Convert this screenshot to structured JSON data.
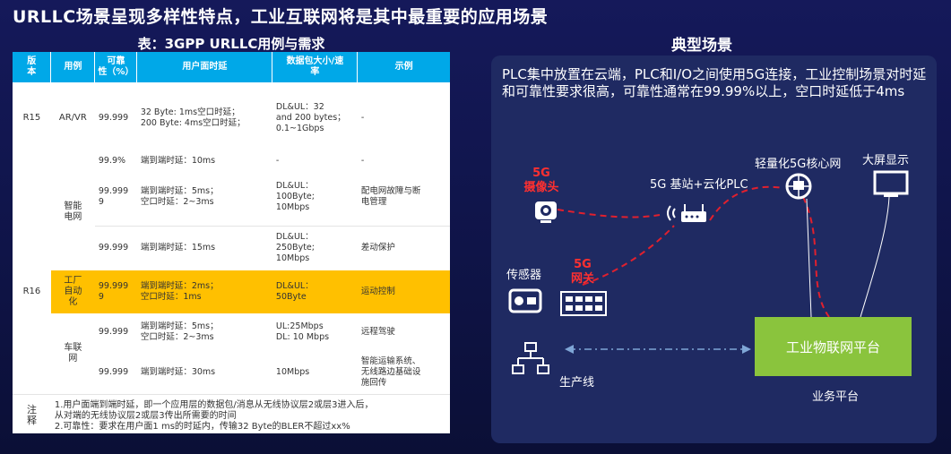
{
  "slide": {
    "title": "URLLC场景呈现多样性特点，工业互联网将是其中最重要的应用场景"
  },
  "table": {
    "title": "表：3GPP URLLC用例与需求",
    "headers": [
      "版本",
      "用例",
      "可靠性（%）",
      "用户面时延",
      "数据包大小/速率",
      "示例"
    ],
    "header_lines": {
      "version": [
        "版",
        "本"
      ],
      "reliability": [
        "可靠",
        "性（%）"
      ],
      "packet": [
        "数据包大小/速",
        "率"
      ]
    },
    "rows": {
      "r15_version": "R15",
      "r15_case": "AR/VR",
      "r15_rel": "99.999",
      "r15_latency_1": "32 Byte: 1ms空口时延；",
      "r15_latency_2": "200 Byte: 4ms空口时延；",
      "r15_packet_1": "DL&UL：32",
      "r15_packet_2": "and 200 bytes；",
      "r15_packet_3": "0.1~1Gbps",
      "r15_example": "-",
      "grid_rel_1": "99.9%",
      "grid_latency_1": "端到端时延：10ms",
      "grid_packet_1": "-",
      "grid_example_1": "-",
      "grid_case_1": "智能",
      "grid_case_2": "电网",
      "grid_rel_2a": "99.999",
      "grid_rel_2b": "9",
      "grid_latency_2a": "端到端时延：5ms；",
      "grid_latency_2b": "空口时延：2~3ms",
      "grid_packet_2a": "DL&UL：",
      "grid_packet_2b": "100Byte;",
      "grid_packet_2c": "10Mbps",
      "grid_example_2a": "配电网故障与断",
      "grid_example_2b": "电管理",
      "grid_rel_3": "99.999",
      "grid_latency_3": "端到端时延：15ms",
      "grid_packet_3a": "DL&UL：",
      "grid_packet_3b": "250Byte;",
      "grid_packet_3c": "10Mbps",
      "grid_example_3": "差动保护",
      "r16_version": "R16",
      "factory_case_1": "工厂",
      "factory_case_2": "自动",
      "factory_case_3": "化",
      "factory_rel_a": "99.999",
      "factory_rel_b": "9",
      "factory_latency_a": "端到端时延：2ms；",
      "factory_latency_b": "空口时延：1ms",
      "factory_packet_a": "DL&UL：",
      "factory_packet_b": "50Byte",
      "factory_example": "运动控制",
      "v2x_case_1": "车联",
      "v2x_case_2": "网",
      "v2x_rel_1": "99.999",
      "v2x_latency_1a": "端到端时延：5ms；",
      "v2x_latency_1b": "空口时延：2~3ms",
      "v2x_packet_1a": "UL:25Mbps",
      "v2x_packet_1b": "DL: 10 Mbps",
      "v2x_example_1": "远程驾驶",
      "v2x_rel_2": "99.999",
      "v2x_latency_2": "端到端时延：30ms",
      "v2x_packet_2": "10Mbps",
      "v2x_example_2a": "智能运输系统、",
      "v2x_example_2b": "无线路边基础设",
      "v2x_example_2c": "施回传"
    },
    "notes": {
      "label_1": "注",
      "label_2": "释",
      "line_1": "1.用户面端到端时延，即一个应用层的数据包/消息从无线协议层2或层3进入后，",
      "line_2": "从对端的无线协议层2或层3传出所需要的时间",
      "line_3": "2.可靠性：要求在用户面1 ms的时延内，传输32 Byte的BLER不超过xx%"
    }
  },
  "scene": {
    "title": "典型场景",
    "description": "PLC集中放置在云端，PLC和I/O之间使用5G连接，工业控制场景对时延和可靠性要求很高，可靠性通常在99.99%以上，空口时延低于4ms",
    "camera_label_1": "5G",
    "camera_label_2": "摄像头",
    "base_station_label": "5G 基站+云化PLC",
    "core_network_label": "轻量化5G核心网",
    "display_label": "大屏显示",
    "sensor_label": "传感器",
    "gateway_label_1": "5G",
    "gateway_label_2": "网关",
    "production_line_label": "生产线",
    "platform_label": "工业物联网平台",
    "business_label": "业务平台",
    "colors": {
      "highlight_row": "#ffc000",
      "header": "#00a8e8",
      "platform": "#8ac43d",
      "link_5g": "#e0202e",
      "panel": "#1f2a62"
    }
  }
}
